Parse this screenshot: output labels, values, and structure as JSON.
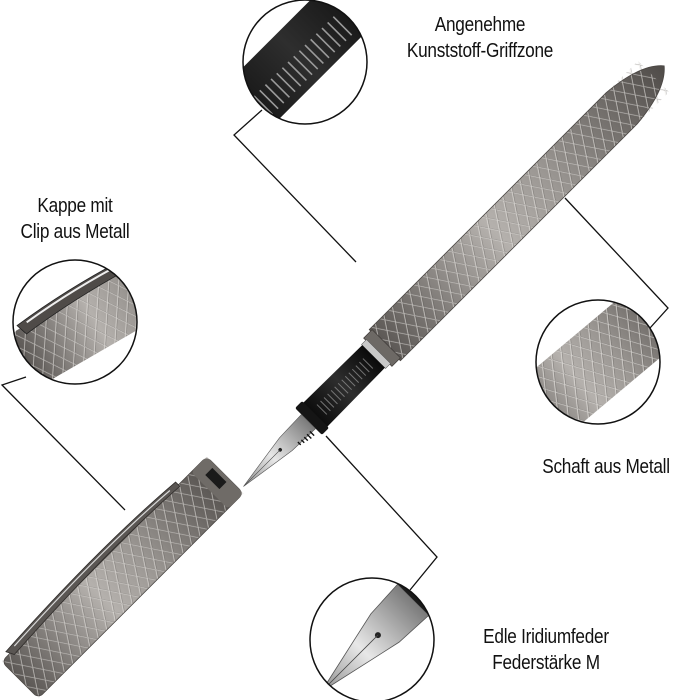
{
  "product": {
    "type": "fountain pen",
    "finish_color": "#8a8682",
    "grip_color": "#1a1a1a",
    "nib_color": "#c9c9c9",
    "line_color": "#111111",
    "background": "#ffffff"
  },
  "callouts": [
    {
      "id": "grip",
      "lines": [
        "Angenehme",
        "Kunststoff-Griffzone"
      ],
      "detail": "black ribbed grip section"
    },
    {
      "id": "cap",
      "lines": [
        "Kappe mit",
        "Clip aus Metall"
      ],
      "detail": "cap end with metal clip"
    },
    {
      "id": "barrel",
      "lines": [
        "Schaft aus Metall"
      ],
      "detail": "metal barrel with diamond engraving"
    },
    {
      "id": "nib",
      "lines": [
        "Edle Iridiumfeder",
        "Federstärke M"
      ],
      "detail": "steel nib with iridium tip"
    }
  ]
}
